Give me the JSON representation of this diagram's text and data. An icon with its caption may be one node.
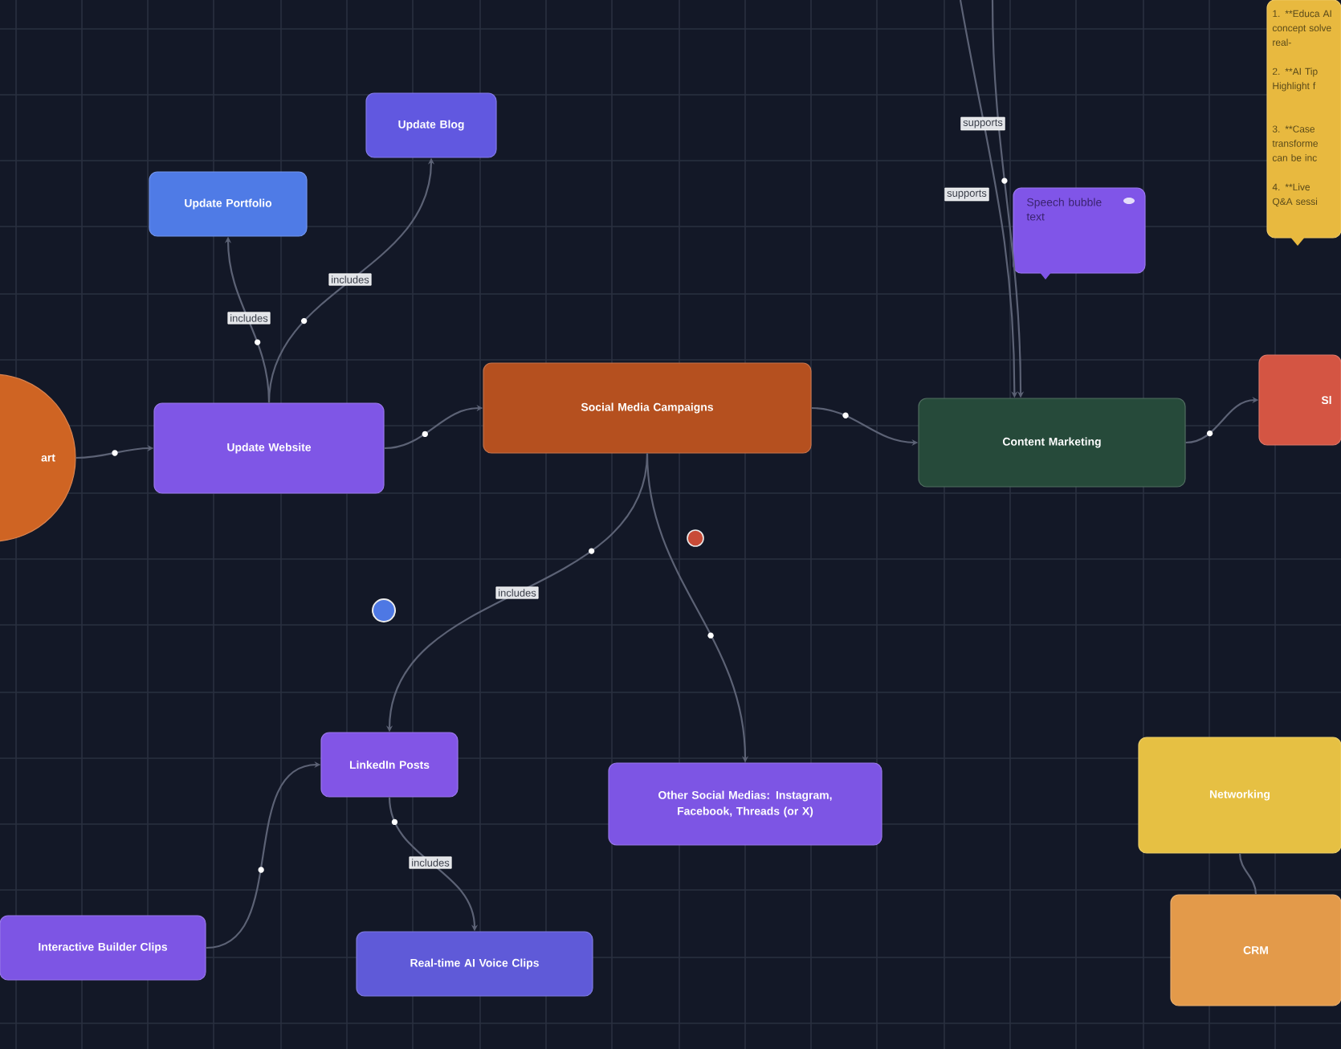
{
  "diagram": {
    "nodes": [
      {
        "text": [
          "art"
        ]
      },
      {
        "text": [
          "Update Portfolio"
        ]
      },
      {
        "text": [
          "Update Blog"
        ]
      },
      {
        "text": [
          "Update Website"
        ]
      },
      {
        "text": [
          "Social Media Campaigns"
        ]
      },
      {
        "text": [
          "Content Marketing"
        ]
      },
      {
        "text": [
          "Speech bubble text"
        ]
      },
      {
        "text": [
          "1. **Educa AI concept solve real-",
          "2. **AI Tip Highlight f",
          "3. **Case transforme can be inc",
          "4. **Live Q&A sessi"
        ]
      },
      {
        "text": [
          "Sl"
        ]
      },
      {
        "text": [
          "LinkedIn Posts"
        ]
      },
      {
        "text": [
          "Other Social Medias: Instagram, Facebook, Threads (or X)"
        ]
      },
      {
        "text": [
          "Interactive Builder Clips"
        ]
      },
      {
        "text": [
          "Real-time AI Voice Clips"
        ]
      },
      {
        "text": [
          "Networking"
        ]
      },
      {
        "text": [
          "CRM"
        ]
      }
    ],
    "edges": [
      {
        "from": 0,
        "to": 3,
        "arrow": "to"
      },
      {
        "from": 3,
        "to": 1,
        "arrow": "to",
        "label": "includes"
      },
      {
        "from": 3,
        "to": 2,
        "arrow": "to",
        "label": "includes"
      },
      {
        "from": 3,
        "to": 4,
        "arrow": "to"
      },
      {
        "from": 4,
        "to": 5,
        "arrow": "to"
      },
      {
        "from": 4,
        "to": 9,
        "arrow": "to",
        "label": "includes"
      },
      {
        "from": 4,
        "to": 10,
        "arrow": "to"
      },
      {
        "from": 5,
        "to": 8,
        "arrow": "to"
      },
      {
        "from": null,
        "to": 5,
        "arrow": "to",
        "label": "supports"
      },
      {
        "from": null,
        "to": 5,
        "arrow": "to",
        "label": "supports"
      },
      {
        "from": 11,
        "to": 9,
        "arrow": "to"
      },
      {
        "from": 9,
        "to": 12,
        "arrow": "to",
        "label": "includes"
      },
      {
        "from": 13,
        "to": 14,
        "arrow": "none"
      }
    ]
  }
}
